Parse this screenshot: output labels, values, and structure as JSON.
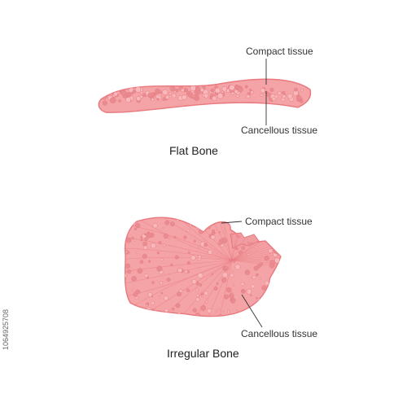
{
  "flat_bone": {
    "caption": "Flat Bone",
    "label_compact": "Compact tissue",
    "label_cancellous": "Cancellous tissue"
  },
  "irregular_bone": {
    "caption": "Irregular Bone",
    "label_compact": "Compact tissue",
    "label_cancellous": "Cancellous tissue"
  },
  "stock_id": "1064925708",
  "colors": {
    "bone_fill": "#f4a3a6",
    "bone_outline": "#e8797f",
    "marrow_dot": "#e98c91",
    "leader_line": "#333333"
  }
}
